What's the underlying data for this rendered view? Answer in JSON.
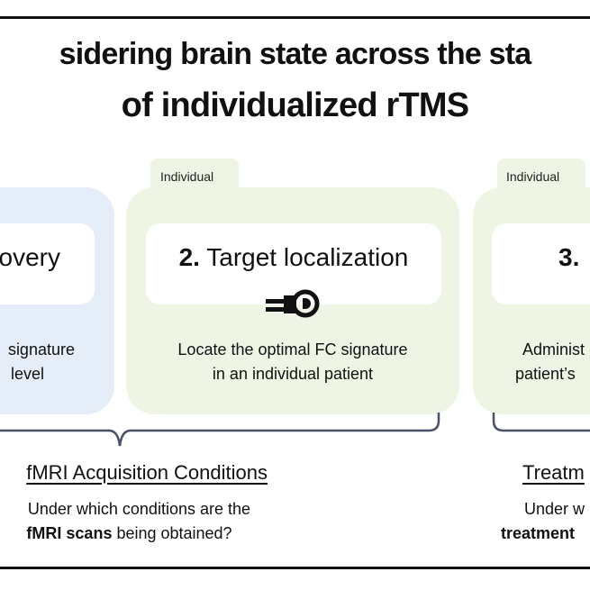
{
  "title": {
    "line1": "sidering brain state across the sta",
    "line2": "of individualized rTMS"
  },
  "colors": {
    "blue_panel": "#e4edf8",
    "green_panel": "#eef5e4",
    "bracket": "#4a5068"
  },
  "stages": [
    {
      "title": "overy",
      "desc_line1": "signature",
      "desc_line2": "level"
    },
    {
      "tab": "Individual",
      "number": "2.",
      "title": "Target localization",
      "icon": "mri-scanner-icon",
      "desc_line1": "Locate the optimal FC signature",
      "desc_line2": "in an individual patient"
    },
    {
      "tab": "Individual",
      "number": "3.",
      "desc_line1": "Administ",
      "desc_line2": "patient’s"
    }
  ],
  "conditions": [
    {
      "heading": "fMRI Acquisition Conditions",
      "q_line1": "Under which conditions are the",
      "q_line2_bold": "fMRI scans",
      "q_line2_rest": " being obtained?"
    },
    {
      "heading": "Treatm",
      "q_line1": "Under w",
      "q_line2_bold": "treatment"
    }
  ]
}
